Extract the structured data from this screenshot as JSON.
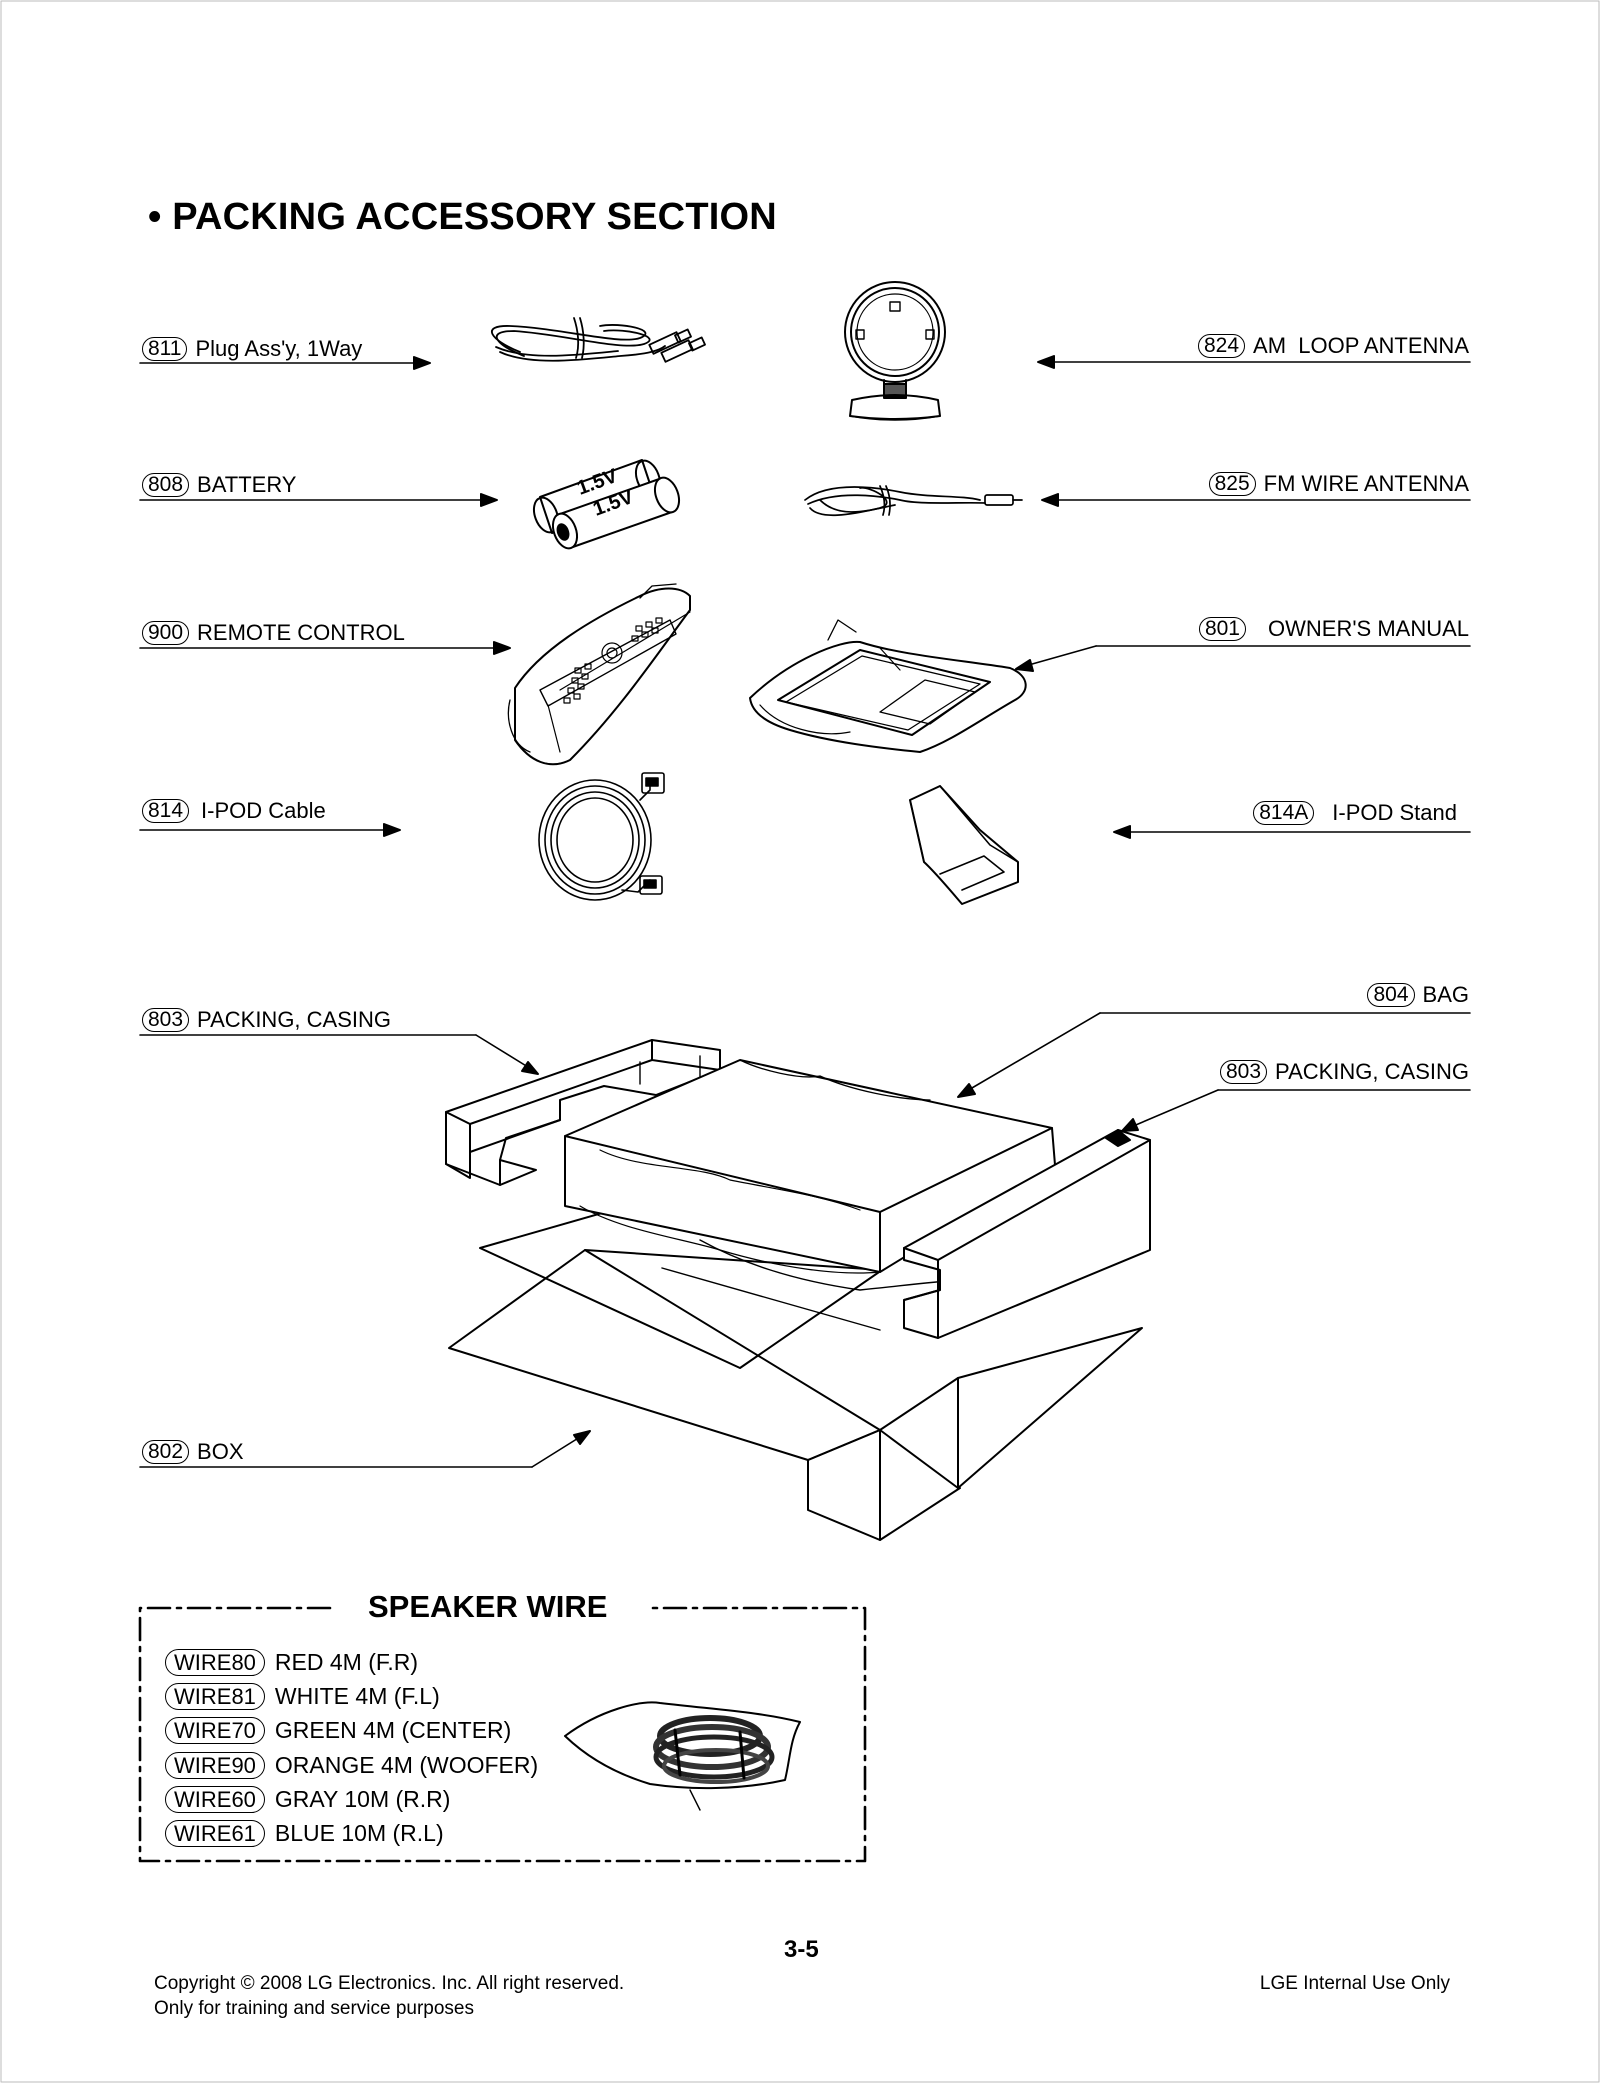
{
  "section_title": "• PACKING ACCESSORY SECTION",
  "parts": [
    {
      "code": "811",
      "label": "Plug Ass'y, 1Way"
    },
    {
      "code": "808",
      "label": "BATTERY"
    },
    {
      "code": "900",
      "label": "REMOTE CONTROL"
    },
    {
      "code": "814",
      "label": "I-POD Cable"
    },
    {
      "code": "824",
      "label": "AM  LOOP ANTENNA"
    },
    {
      "code": "825",
      "label": "FM WIRE ANTENNA"
    },
    {
      "code": "801",
      "label": "OWNER'S MANUAL"
    },
    {
      "code": "814A",
      "label": "I-POD Stand"
    },
    {
      "code": "803",
      "label": "PACKING, CASING"
    },
    {
      "code": "804",
      "label": "BAG"
    },
    {
      "code": "803",
      "label": "PACKING, CASING"
    },
    {
      "code": "802",
      "label": "BOX"
    }
  ],
  "battery_marking": "1.5V",
  "speaker_wire": {
    "title": "SPEAKER WIRE",
    "items": [
      {
        "code": "WIRE80",
        "label": "RED 4M (F.R)"
      },
      {
        "code": "WIRE81",
        "label": "WHITE 4M (F.L)"
      },
      {
        "code": "WIRE70",
        "label": "GREEN 4M (CENTER)"
      },
      {
        "code": "WIRE90",
        "label": "ORANGE 4M (WOOFER)"
      },
      {
        "code": "WIRE60",
        "label": "GRAY 10M (R.R)"
      },
      {
        "code": "WIRE61",
        "label": "BLUE 10M (R.L)"
      }
    ]
  },
  "footer": {
    "copyright": "Copyright © 2008 LG Electronics. Inc. All right reserved.",
    "purpose": "Only for training and service purposes",
    "page_number": "3-5",
    "internal": "LGE Internal Use Only"
  }
}
